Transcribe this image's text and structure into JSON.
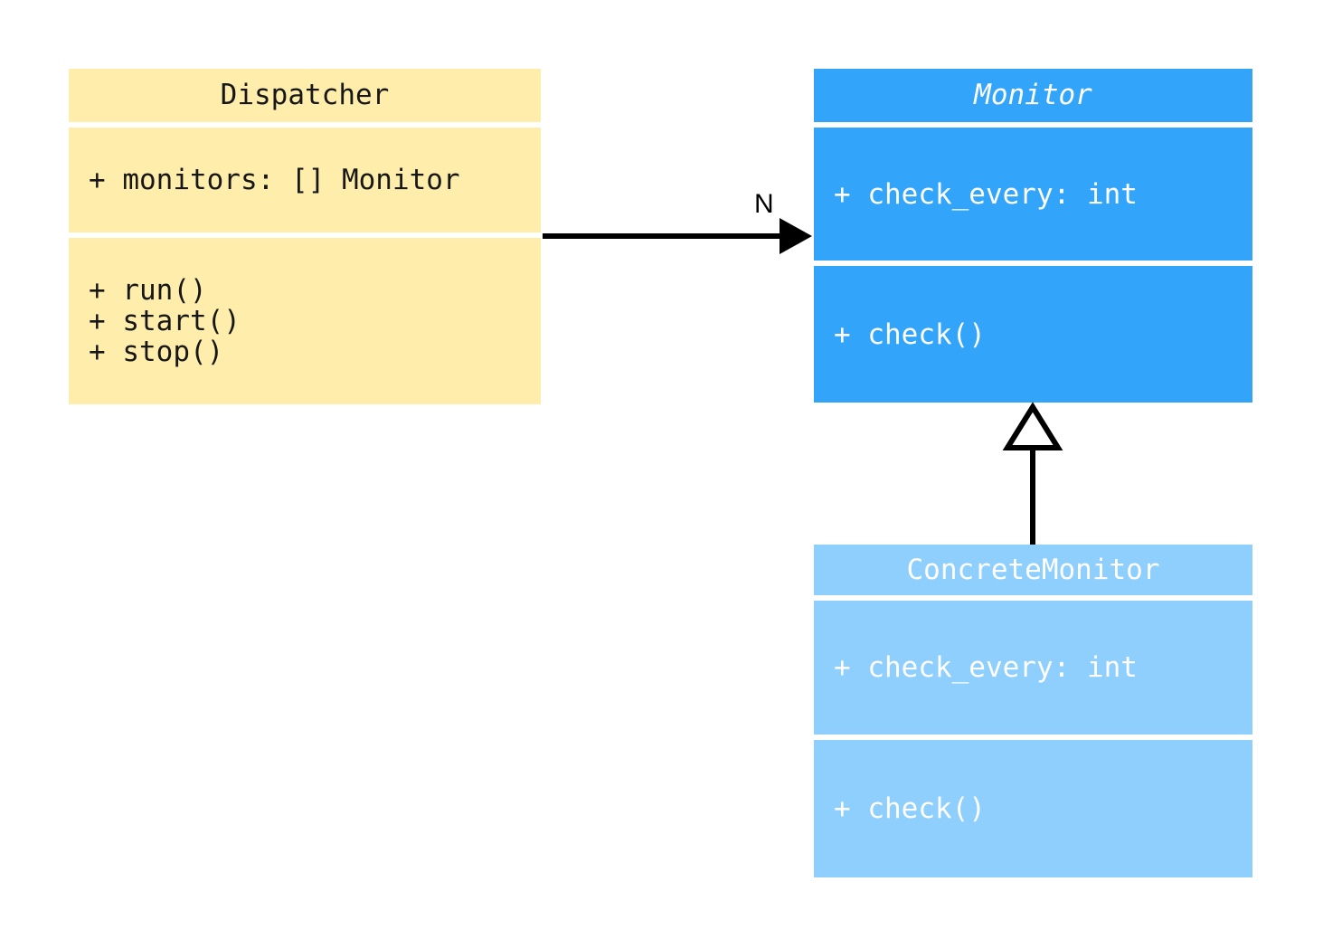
{
  "diagram": {
    "type": "uml-class-diagram",
    "background": "#ffffff",
    "classes": [
      {
        "id": "dispatcher",
        "name": "Dispatcher",
        "abstract": false,
        "fill": "#ffedac",
        "text_color": "#171717",
        "attributes": [
          "+ monitors: [] Monitor"
        ],
        "methods": [
          "+ run()",
          "+ start()",
          "+ stop()"
        ]
      },
      {
        "id": "monitor",
        "name": "Monitor",
        "abstract": true,
        "fill": "#32a5fb",
        "text_color": "#ffffff",
        "attributes": [
          "+ check_every: int"
        ],
        "methods": [
          "+ check()"
        ]
      },
      {
        "id": "concrete_monitor",
        "name": "ConcreteMonitor",
        "abstract": false,
        "fill": "#8ecffd",
        "text_color": "#ffffff",
        "attributes": [
          "+ check_every: int"
        ],
        "methods": [
          "+ check()"
        ]
      }
    ],
    "relationships": [
      {
        "id": "dispatcher-monitor",
        "kind": "association",
        "from": "Dispatcher",
        "to": "Monitor",
        "label": "N",
        "arrow": "filled-arrowhead",
        "color": "#000000"
      },
      {
        "id": "concrete-monitor-inheritance",
        "kind": "inheritance",
        "from": "ConcreteMonitor",
        "to": "Monitor",
        "label": "",
        "arrow": "hollow-triangle",
        "color": "#000000"
      }
    ]
  }
}
